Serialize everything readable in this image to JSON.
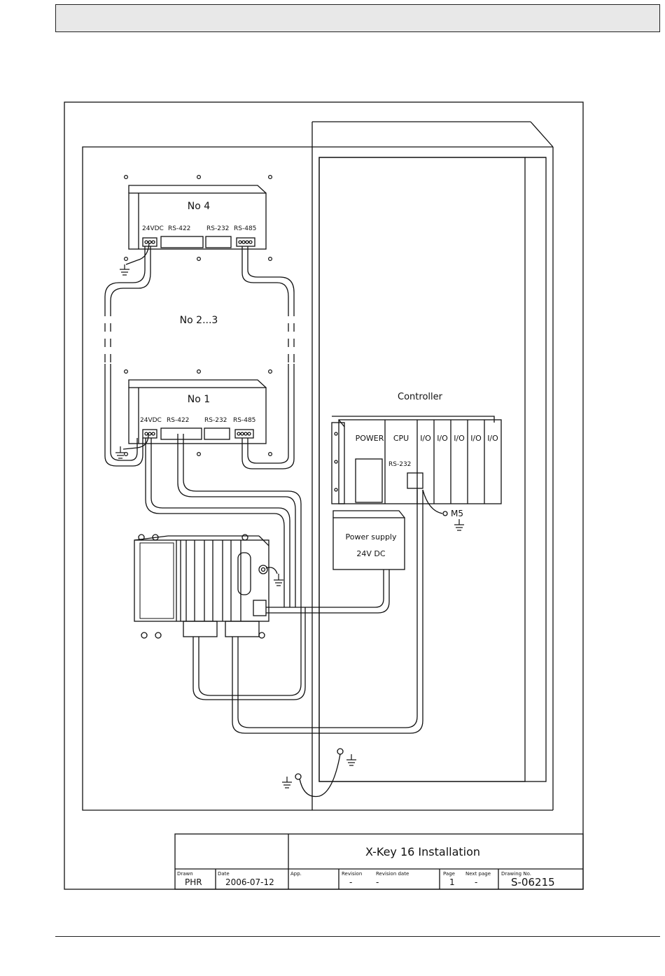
{
  "drawing": {
    "panels": {
      "no4": {
        "title": "No 4",
        "port_24vdc": "24VDC",
        "port_rs422": "RS-422",
        "port_rs232": "RS-232",
        "port_rs485": "RS-485"
      },
      "no1": {
        "title": "No 1",
        "port_24vdc": "24VDC",
        "port_rs422": "RS-422",
        "port_rs232": "RS-232",
        "port_rs485": "RS-485"
      },
      "middle_label": "No 2...3"
    },
    "controller": {
      "title": "Controller",
      "modules": [
        "POWER",
        "CPU",
        "I/O",
        "I/O",
        "I/O",
        "I/O",
        "I/O"
      ],
      "rs232_label": "RS-232",
      "ground_label": "M5"
    },
    "power_supply": {
      "line1": "Power supply",
      "line2": "24V DC"
    }
  },
  "title_block": {
    "title": "X-Key 16 Installation",
    "fields": {
      "drawn": {
        "label": "Drawn",
        "value": "PHR"
      },
      "date": {
        "label": "Date",
        "value": "2006-07-12"
      },
      "app": {
        "label": "App.",
        "value": ""
      },
      "revision": {
        "label": "Revision",
        "value": "-"
      },
      "revision_date": {
        "label": "Revision date",
        "value": "-"
      },
      "page": {
        "label": "Page",
        "value": "1"
      },
      "next_page": {
        "label": "Next page",
        "value": "-"
      },
      "drawing_no": {
        "label": "Drawing No.",
        "value": "S-06215"
      }
    }
  }
}
